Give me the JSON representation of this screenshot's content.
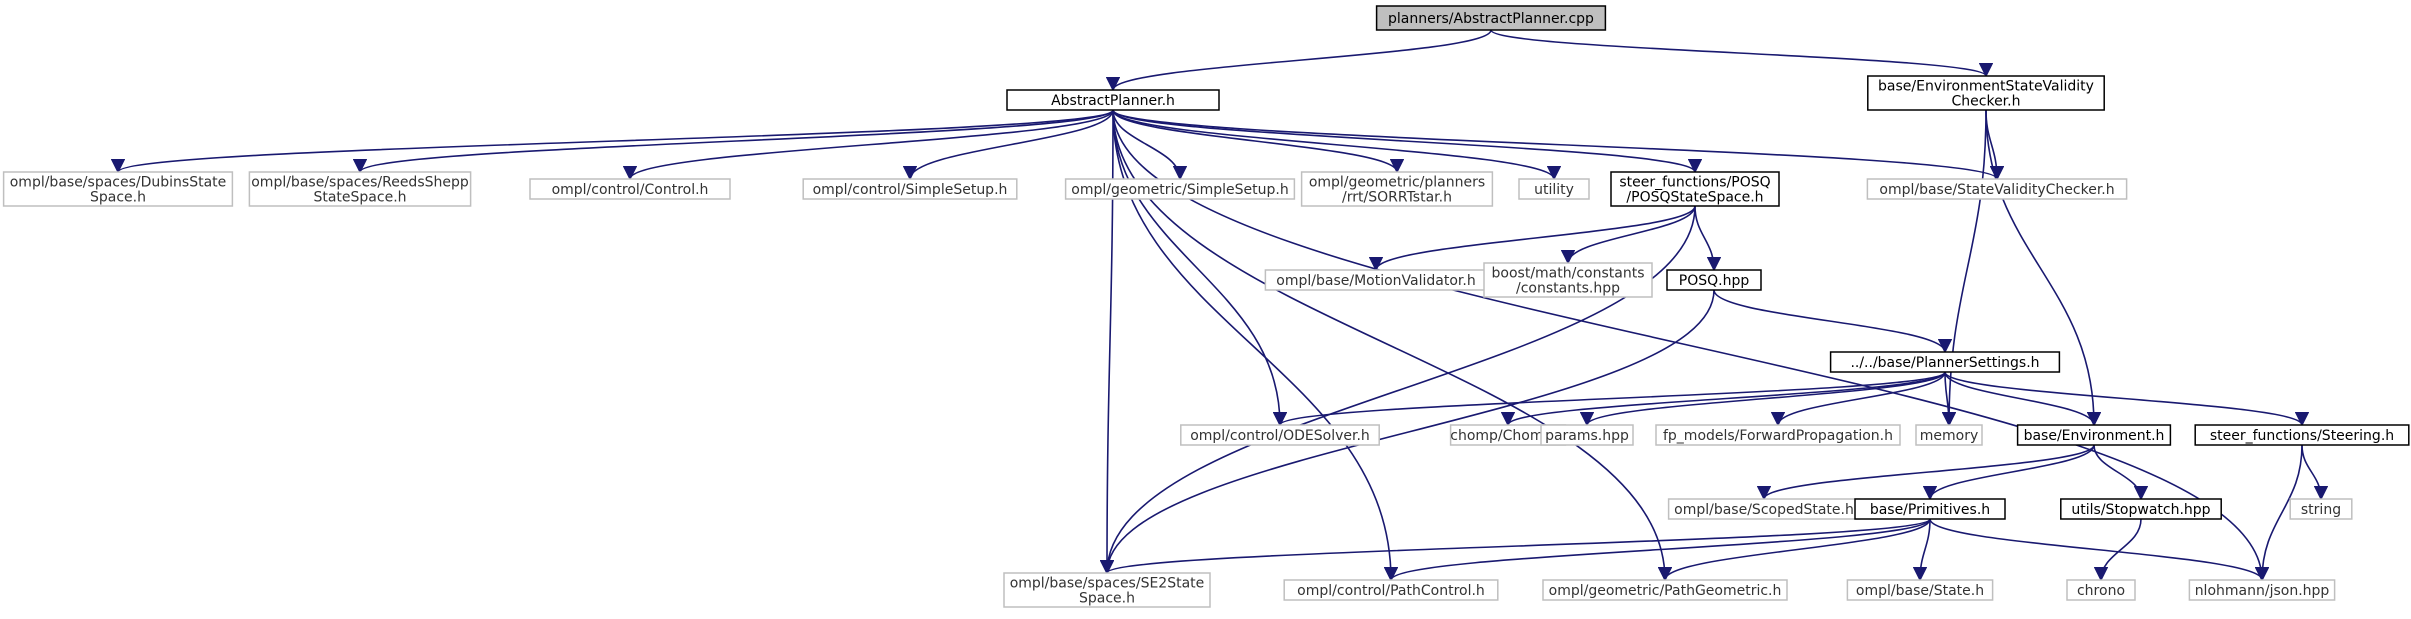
{
  "colors": {
    "edge": "#191970",
    "root_fill": "#bfbfbf",
    "local_stroke": "#000000",
    "external_stroke": "#bfbfbf",
    "background": "#ffffff"
  },
  "nodes": [
    {
      "id": "root",
      "kind": "root",
      "lines": [
        "planners/AbstractPlanner.cpp"
      ]
    },
    {
      "id": "abstract",
      "kind": "local",
      "lines": [
        "AbstractPlanner.h"
      ]
    },
    {
      "id": "envsvc",
      "kind": "local",
      "lines": [
        "base/EnvironmentStateValidity",
        "Checker.h"
      ]
    },
    {
      "id": "dubins",
      "kind": "external",
      "lines": [
        "ompl/base/spaces/DubinsState",
        "Space.h"
      ]
    },
    {
      "id": "reeds",
      "kind": "external",
      "lines": [
        "ompl/base/spaces/ReedsShepp",
        "StateSpace.h"
      ]
    },
    {
      "id": "control",
      "kind": "external",
      "lines": [
        "ompl/control/Control.h"
      ]
    },
    {
      "id": "csimple",
      "kind": "external",
      "lines": [
        "ompl/control/SimpleSetup.h"
      ]
    },
    {
      "id": "gsimple",
      "kind": "external",
      "lines": [
        "ompl/geometric/SimpleSetup.h"
      ]
    },
    {
      "id": "sorrt",
      "kind": "external",
      "lines": [
        "ompl/geometric/planners",
        "/rrt/SORRTstar.h"
      ]
    },
    {
      "id": "utility",
      "kind": "external",
      "lines": [
        "utility"
      ]
    },
    {
      "id": "posqss",
      "kind": "local",
      "lines": [
        "steer_functions/POSQ",
        "/POSQStateSpace.h"
      ]
    },
    {
      "id": "svc",
      "kind": "external",
      "lines": [
        "ompl/base/StateValidityChecker.h"
      ]
    },
    {
      "id": "motion",
      "kind": "external",
      "lines": [
        "ompl/base/MotionValidator.h"
      ]
    },
    {
      "id": "boost",
      "kind": "external",
      "lines": [
        "boost/math/constants",
        "/constants.hpp"
      ]
    },
    {
      "id": "posq",
      "kind": "local",
      "lines": [
        "POSQ.hpp"
      ]
    },
    {
      "id": "psettings",
      "kind": "local",
      "lines": [
        "../../base/PlannerSettings.h"
      ]
    },
    {
      "id": "ode",
      "kind": "external",
      "lines": [
        "ompl/control/ODESolver.h"
      ]
    },
    {
      "id": "chomp",
      "kind": "external",
      "lines": [
        "chomp/Chomp.h"
      ]
    },
    {
      "id": "params",
      "kind": "external",
      "lines": [
        "params.hpp"
      ]
    },
    {
      "id": "fp",
      "kind": "external",
      "lines": [
        "fp_models/ForwardPropagation.h"
      ]
    },
    {
      "id": "memory",
      "kind": "external",
      "lines": [
        "memory"
      ]
    },
    {
      "id": "env",
      "kind": "local",
      "lines": [
        "base/Environment.h"
      ]
    },
    {
      "id": "steering",
      "kind": "local",
      "lines": [
        "steer_functions/Steering.h"
      ]
    },
    {
      "id": "scoped",
      "kind": "external",
      "lines": [
        "ompl/base/ScopedState.h"
      ]
    },
    {
      "id": "prims",
      "kind": "local",
      "lines": [
        "base/Primitives.h"
      ]
    },
    {
      "id": "stopwatch",
      "kind": "local",
      "lines": [
        "utils/Stopwatch.hpp"
      ]
    },
    {
      "id": "string",
      "kind": "external",
      "lines": [
        "string"
      ]
    },
    {
      "id": "se2",
      "kind": "external",
      "lines": [
        "ompl/base/spaces/SE2State",
        "Space.h"
      ]
    },
    {
      "id": "pathctl",
      "kind": "external",
      "lines": [
        "ompl/control/PathControl.h"
      ]
    },
    {
      "id": "pathgeo",
      "kind": "external",
      "lines": [
        "ompl/geometric/PathGeometric.h"
      ]
    },
    {
      "id": "state",
      "kind": "external",
      "lines": [
        "ompl/base/State.h"
      ]
    },
    {
      "id": "chrono",
      "kind": "external",
      "lines": [
        "chrono"
      ]
    },
    {
      "id": "json",
      "kind": "external",
      "lines": [
        "nlohmann/json.hpp"
      ]
    }
  ],
  "edges": [
    [
      "root",
      "abstract"
    ],
    [
      "root",
      "envsvc"
    ],
    [
      "abstract",
      "dubins"
    ],
    [
      "abstract",
      "reeds"
    ],
    [
      "abstract",
      "control"
    ],
    [
      "abstract",
      "csimple"
    ],
    [
      "abstract",
      "gsimple"
    ],
    [
      "abstract",
      "sorrt"
    ],
    [
      "abstract",
      "utility"
    ],
    [
      "abstract",
      "posqss"
    ],
    [
      "abstract",
      "svc"
    ],
    [
      "abstract",
      "ode"
    ],
    [
      "abstract",
      "json"
    ],
    [
      "abstract",
      "se2"
    ],
    [
      "abstract",
      "pathctl"
    ],
    [
      "abstract",
      "pathgeo"
    ],
    [
      "envsvc",
      "svc"
    ],
    [
      "envsvc",
      "memory"
    ],
    [
      "envsvc",
      "env"
    ],
    [
      "posqss",
      "motion"
    ],
    [
      "posqss",
      "boost"
    ],
    [
      "posqss",
      "posq"
    ],
    [
      "posqss",
      "se2"
    ],
    [
      "posq",
      "psettings"
    ],
    [
      "posq",
      "se2"
    ],
    [
      "psettings",
      "ode"
    ],
    [
      "psettings",
      "chomp"
    ],
    [
      "psettings",
      "params"
    ],
    [
      "psettings",
      "fp"
    ],
    [
      "psettings",
      "memory"
    ],
    [
      "psettings",
      "env"
    ],
    [
      "psettings",
      "steering"
    ],
    [
      "env",
      "scoped"
    ],
    [
      "env",
      "prims"
    ],
    [
      "env",
      "stopwatch"
    ],
    [
      "steering",
      "string"
    ],
    [
      "steering",
      "json"
    ],
    [
      "prims",
      "se2"
    ],
    [
      "prims",
      "pathctl"
    ],
    [
      "prims",
      "pathgeo"
    ],
    [
      "prims",
      "state"
    ],
    [
      "prims",
      "json"
    ],
    [
      "stopwatch",
      "chrono"
    ]
  ]
}
